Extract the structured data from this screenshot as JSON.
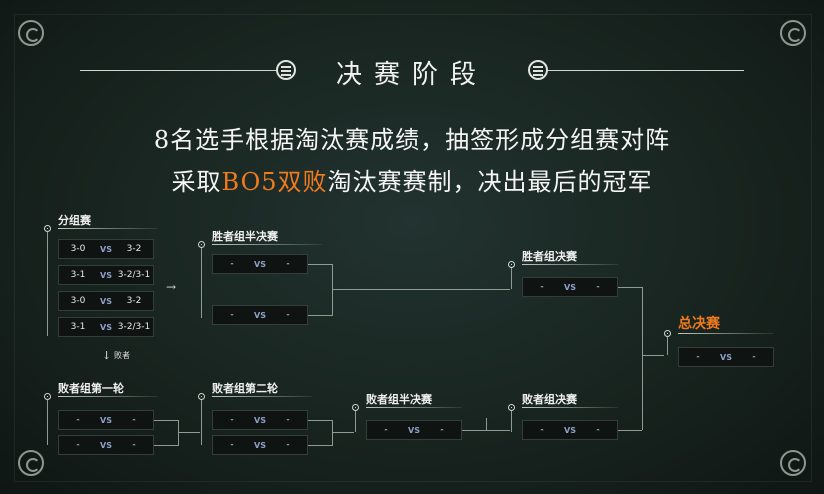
{
  "header": {
    "title": "决赛阶段",
    "line1": "8名选手根据淘汰赛成绩，抽签形成分组赛对阵",
    "line2_pre": "采取",
    "line2_highlight": "BO5双败",
    "line2_post": "淘汰赛赛制，决出最后的冠军"
  },
  "colors": {
    "highlight": "#f07a1e",
    "vs": "#8fa0c8"
  },
  "group_stage": {
    "title": "分组赛",
    "matches": [
      {
        "left": "3-0",
        "vs": "VS",
        "right": "3-2"
      },
      {
        "left": "3-1",
        "vs": "VS",
        "right": "3-2/3-1"
      },
      {
        "left": "3-0",
        "vs": "VS",
        "right": "3-2"
      },
      {
        "left": "3-1",
        "vs": "VS",
        "right": "3-2/3-1"
      }
    ],
    "arrow": "→",
    "loser_arrow": "↓",
    "loser_label": "败者"
  },
  "winners_semis": {
    "title": "胜者组半决赛",
    "matches": [
      {
        "left": "-",
        "vs": "VS",
        "right": "-"
      },
      {
        "left": "-",
        "vs": "VS",
        "right": "-"
      }
    ]
  },
  "winners_final": {
    "title": "胜者组决赛",
    "match": {
      "left": "-",
      "vs": "VS",
      "right": "-"
    }
  },
  "grand_final": {
    "title": "总决赛",
    "match": {
      "left": "-",
      "vs": "VS",
      "right": "-"
    }
  },
  "losers_r1": {
    "title": "败者组第一轮",
    "matches": [
      {
        "left": "-",
        "vs": "VS",
        "right": "-"
      },
      {
        "left": "-",
        "vs": "VS",
        "right": "-"
      }
    ]
  },
  "losers_r2": {
    "title": "败者组第二轮",
    "matches": [
      {
        "left": "-",
        "vs": "VS",
        "right": "-"
      },
      {
        "left": "-",
        "vs": "VS",
        "right": "-"
      }
    ]
  },
  "losers_semi": {
    "title": "败者组半决赛",
    "match": {
      "left": "-",
      "vs": "VS",
      "right": "-"
    }
  },
  "losers_final": {
    "title": "败者组决赛",
    "match": {
      "left": "-",
      "vs": "VS",
      "right": "-"
    }
  }
}
